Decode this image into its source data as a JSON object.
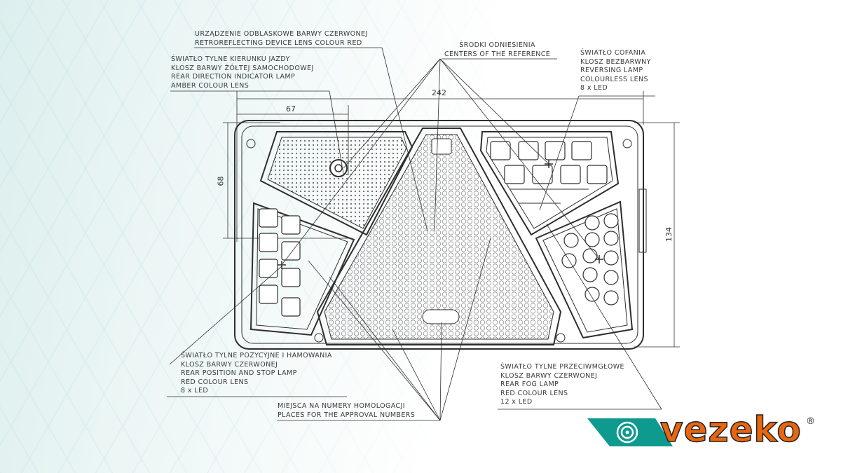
{
  "labels": {
    "retroreflecting": [
      "URZĄDZENIE ODBLASKOWE BARWY CZERWONEJ",
      "RETROREFLECTING DEVICE LENS COLOUR RED"
    ],
    "direction_indicator": [
      "ŚWIATŁO TYLNE KIERUNKU JAZDY",
      "KLOSZ BARWY ŻÓŁTEJ SAMOCHODOWEJ",
      "REAR DIRECTION INDICATOR LAMP",
      "AMBER COLOUR LENS"
    ],
    "centers_reference": [
      "ŚRODKI ODNIESIENIA",
      "CENTERS OF THE REFERENCE"
    ],
    "reversing": [
      "ŚWIATŁO COFANIA",
      "KLOSZ BEZBARWNY",
      "REVERSING LAMP",
      "COLOURLESS LENS",
      "8 x LED"
    ],
    "position_stop": [
      "ŚWIATŁO TYLNE POZYCYJNE I HAMOWANIA",
      "KLOSZ BARWY CZERWONEJ",
      "REAR POSITION AND STOP LAMP",
      "RED COLOUR LENS",
      "8 x LED"
    ],
    "approval": [
      "MIEJSCA NA NUMERY HOMOLOGACJI",
      "PLACES FOR THE APPROVAL NUMBERS"
    ],
    "fog": [
      "ŚWIATŁO TYLNE PRZECIWMGŁOWE",
      "KLOSZ BARWY CZERWONEJ",
      "REAR FOG LAMP",
      "RED COLOUR LENS",
      "12 x LED"
    ]
  },
  "dimensions": {
    "width": "242",
    "indicator_width": "67",
    "indicator_height": "68",
    "height": "134"
  },
  "logo": {
    "text": "vezeko",
    "registered": "®"
  },
  "colors": {
    "line": "#2e2e2e",
    "logo_teal": "#0e9a8e",
    "logo_orange": "#e8660f"
  }
}
